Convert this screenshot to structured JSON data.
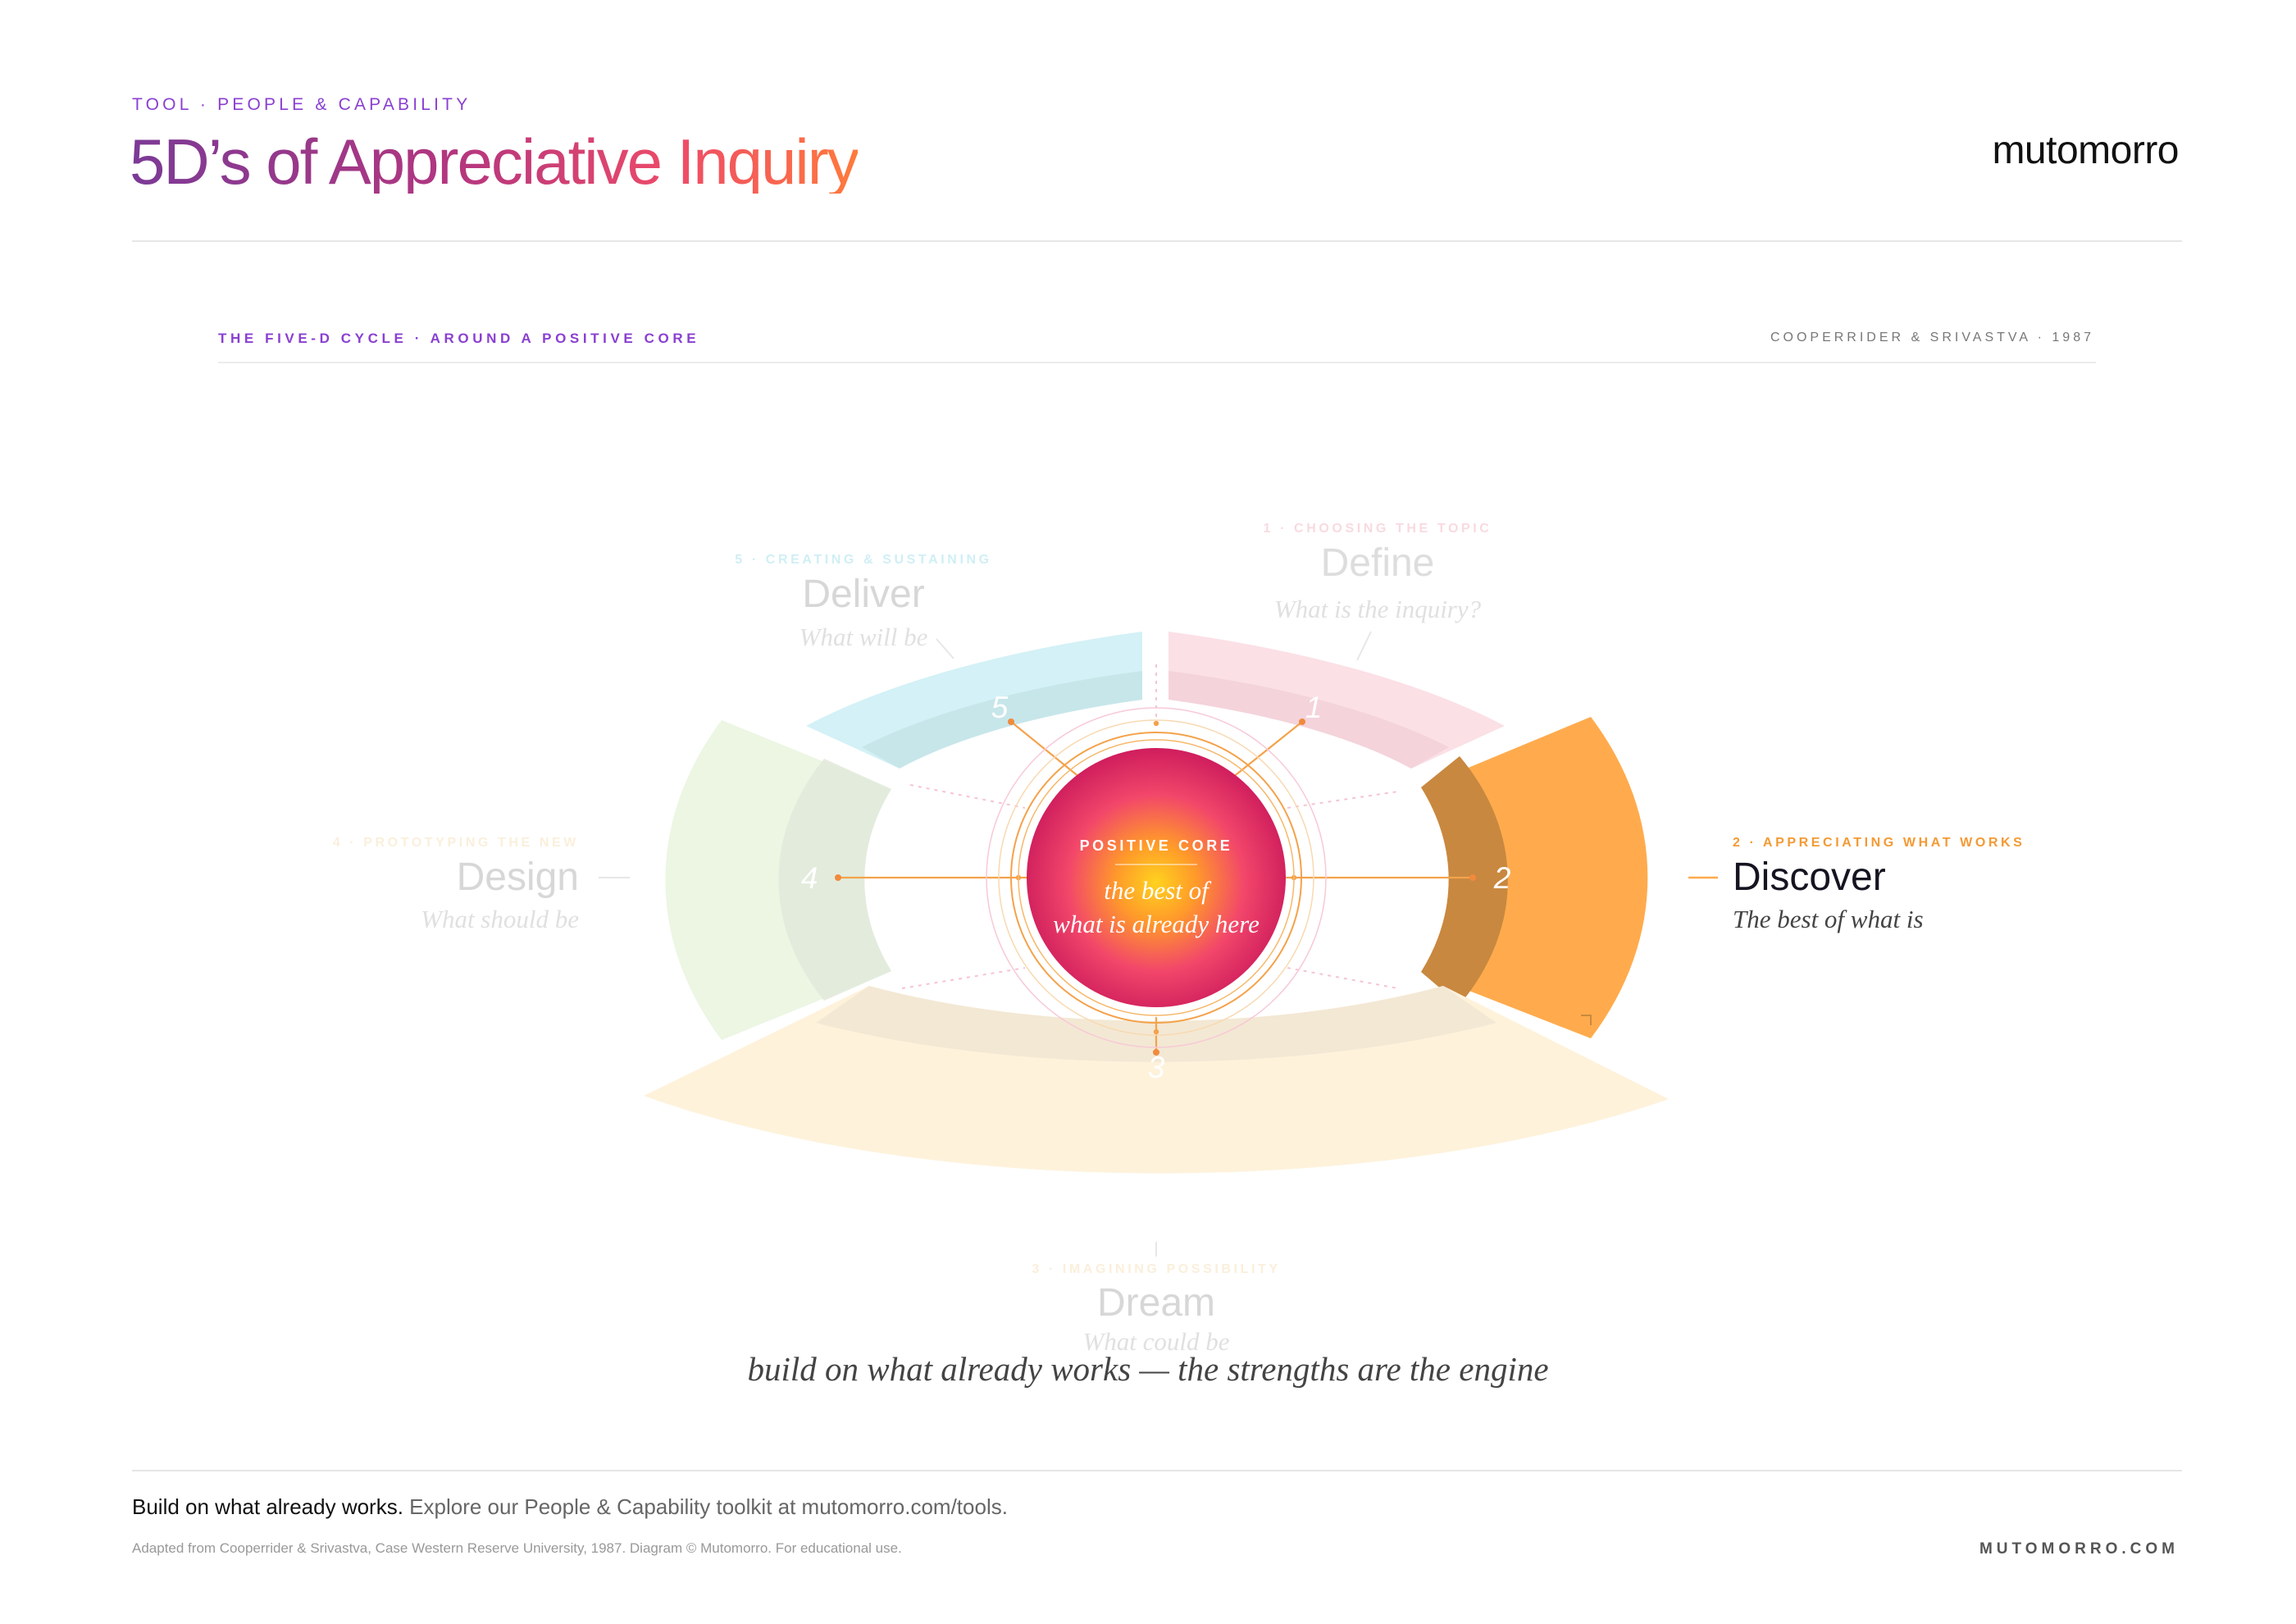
{
  "header": {
    "eyebrow": "TOOL · PEOPLE & CAPABILITY",
    "title": "5D’s of Appreciative Inquiry",
    "brand": "mutomorro"
  },
  "diagram": {
    "subtitle": "THE FIVE-D CYCLE · AROUND A POSITIVE CORE",
    "source": "COOPERRIDER & SRIVASTVA · 1987",
    "core": {
      "label": "POSITIVE CORE",
      "line1": "the best of",
      "line2": "what is already here"
    },
    "phases": [
      {
        "number": "1",
        "eyebrow": "1 · CHOOSING THE TOPIC",
        "name": "Define",
        "question": "What is the inquiry?",
        "color": "#f4aab8",
        "active": false
      },
      {
        "number": "2",
        "eyebrow": "2 · APPRECIATING WHAT WORKS",
        "name": "Discover",
        "question": "The best of what is",
        "color": "#ffaa4c",
        "active": true
      },
      {
        "number": "3",
        "eyebrow": "3 · IMAGINING POSSIBILITY",
        "name": "Dream",
        "question": "What could be",
        "color": "#fbe3ae",
        "active": false
      },
      {
        "number": "4",
        "eyebrow": "4 · PROTOTYPING THE NEW",
        "name": "Design",
        "question": "What should be",
        "color": "#cfe6b4",
        "active": false
      },
      {
        "number": "5",
        "eyebrow": "5 · CREATING & SUSTAINING",
        "name": "Deliver",
        "question": "What will be",
        "color": "#a9e3ee",
        "active": false
      }
    ],
    "caption": "build on what already works — the strengths are the engine"
  },
  "footer": {
    "lead": "Build on what already works.",
    "text": " Explore our People & Capability toolkit at mutomorro.com/tools.",
    "credit": "Adapted from Cooperrider & Srivastva, Case Western Reserve University, 1987. Diagram © Mutomorro. For educational use.",
    "site": "MUTOMORRO.COM"
  },
  "colors": {
    "accent": "#8a3fd1",
    "core_outer": "#d31d62",
    "core_inner": "#ffcf1e",
    "spoke": "#f4a24b"
  }
}
